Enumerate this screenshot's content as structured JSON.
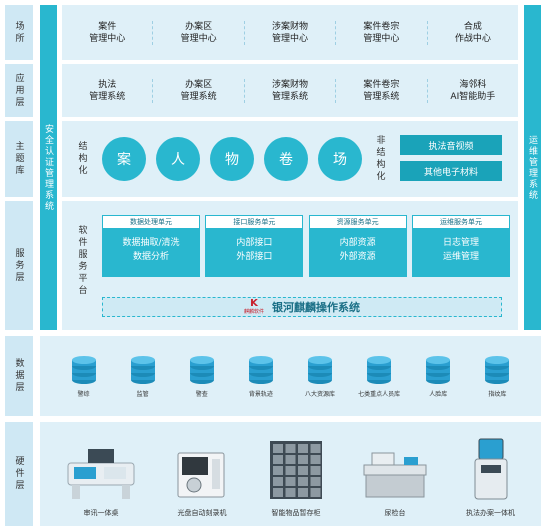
{
  "colors": {
    "teal": "#29b7cf",
    "dark_teal": "#1aa3b9",
    "band": "#dff0f8",
    "label_bg": "#cfe8f4"
  },
  "layers": {
    "site": "场所",
    "app": "应用层",
    "theme": "主题库",
    "service": "服务层",
    "data": "数据层",
    "hardware": "硬件层"
  },
  "side": {
    "security": "安全认证管理系统",
    "ops": "运维管理系统"
  },
  "site_items": [
    "案件\n管理中心",
    "办案区\n管理中心",
    "涉案财物\n管理中心",
    "案件卷宗\n管理中心",
    "合成\n作战中心"
  ],
  "app_items": [
    "执法\n管理系统",
    "办案区\n管理系统",
    "涉案财物\n管理系统",
    "案件卷宗\n管理系统",
    "海邻科\nAI智能助手"
  ],
  "theme": {
    "structured_label": "结构化",
    "circles": [
      "案",
      "人",
      "物",
      "卷",
      "场"
    ],
    "unstructured_label": "非结构化",
    "buttons": [
      "执法音视频",
      "其他电子材料"
    ]
  },
  "service": {
    "platform_label": "软件服务平台",
    "units": [
      {
        "title": "数据处理单元",
        "lines": [
          "数据抽取/清洗",
          "数据分析"
        ]
      },
      {
        "title": "接口服务单元",
        "lines": [
          "内部接口",
          "外部接口"
        ]
      },
      {
        "title": "资源服务单元",
        "lines": [
          "内部资源",
          "外部资源"
        ]
      },
      {
        "title": "运维服务单元",
        "lines": [
          "日志管理",
          "运维管理"
        ]
      }
    ],
    "os": {
      "logo_text": "麒麟软件",
      "logo_letter": "K",
      "name": "银河麒麟操作系统"
    }
  },
  "data_items": [
    "警综",
    "监管",
    "警查",
    "背景轨迹",
    "八大资源库",
    "七类重点人员库",
    "人脸库",
    "指纹库"
  ],
  "hardware_items": [
    {
      "label": "审讯一体桌",
      "icon": "interrogation-desk-icon"
    },
    {
      "label": "光盘自动刻录机",
      "icon": "disc-burner-icon"
    },
    {
      "label": "智能物品暂存柜",
      "icon": "storage-cabinet-icon"
    },
    {
      "label": "尿检台",
      "icon": "urine-test-station-icon"
    },
    {
      "label": "执法办案一体机",
      "icon": "kiosk-icon"
    }
  ]
}
